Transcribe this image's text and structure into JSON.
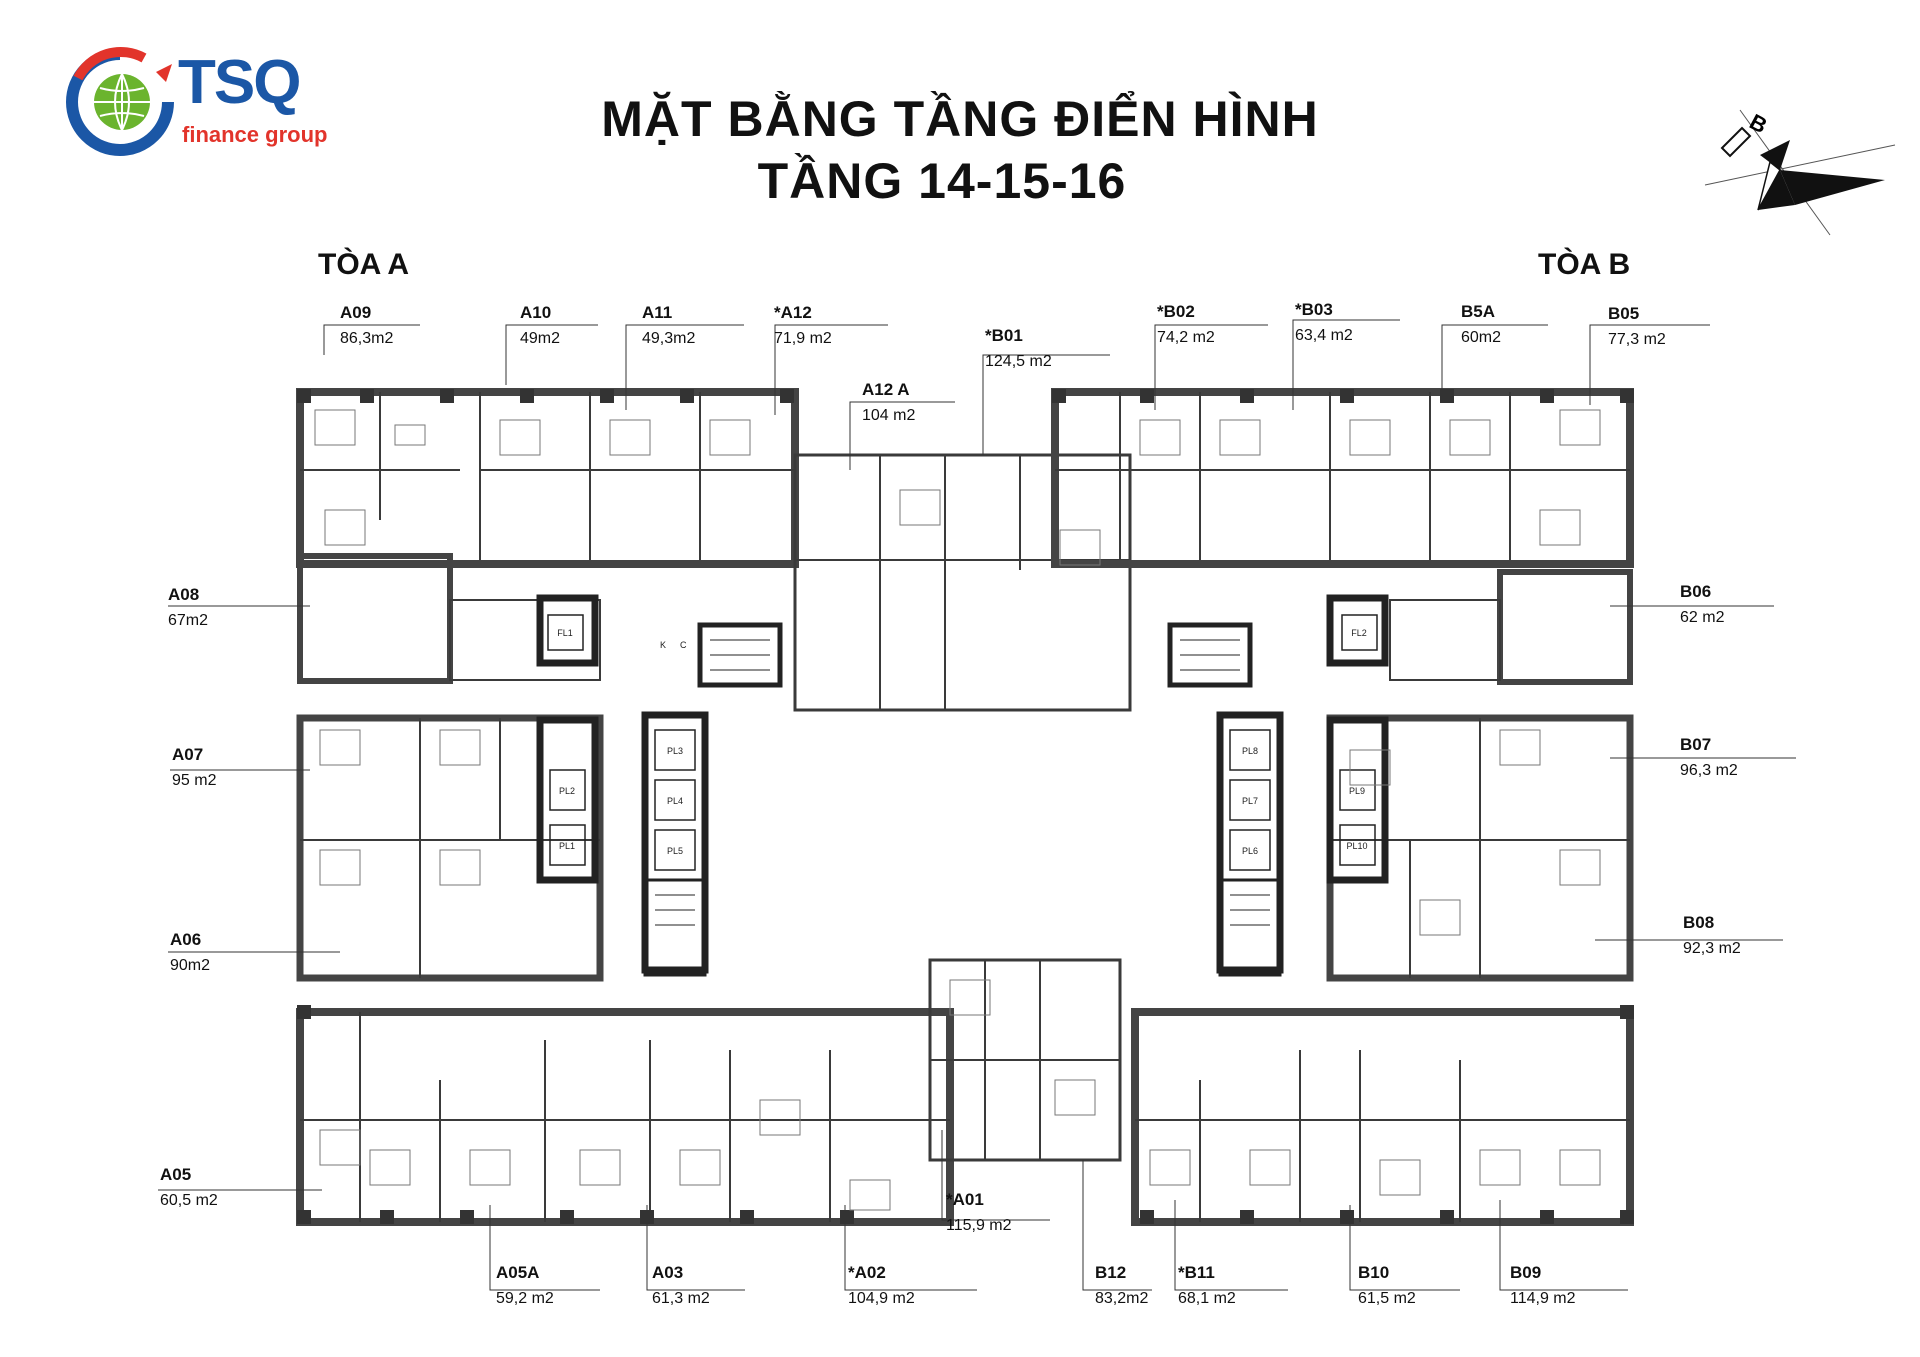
{
  "title_line1": "MẶT BẰNG TẦNG ĐIỂN HÌNH",
  "title_line2": "TẦNG 14-15-16",
  "logo": {
    "brand": "TSQ",
    "tagline": "finance group",
    "colors": {
      "blue": "#1b57a6",
      "red": "#e2342b",
      "green": "#6bb42e"
    }
  },
  "compass_label": "B",
  "towers": {
    "a": "TÒA A",
    "b": "TÒA B"
  },
  "units": {
    "a09": {
      "code": "A09",
      "area": "86,3m2"
    },
    "a10": {
      "code": "A10",
      "area": "49m2"
    },
    "a11": {
      "code": "A11",
      "area": "49,3m2"
    },
    "a12": {
      "code": "*A12",
      "area": "71,9 m2"
    },
    "a12a": {
      "code": "A12 A",
      "area": "104 m2"
    },
    "b01": {
      "code": "*B01",
      "area": "124,5 m2"
    },
    "b02": {
      "code": "*B02",
      "area": "74,2 m2"
    },
    "b03": {
      "code": "*B03",
      "area": "63,4 m2"
    },
    "b5a": {
      "code": "B5A",
      "area": "60m2"
    },
    "b05": {
      "code": "B05",
      "area": "77,3 m2"
    },
    "a08": {
      "code": "A08",
      "area": "67m2"
    },
    "b06": {
      "code": "B06",
      "area": "62 m2"
    },
    "a07": {
      "code": "A07",
      "area": "95 m2"
    },
    "b07": {
      "code": "B07",
      "area": "96,3 m2"
    },
    "a06": {
      "code": "A06",
      "area": "90m2"
    },
    "b08": {
      "code": "B08",
      "area": "92,3 m2"
    },
    "a05": {
      "code": "A05",
      "area": "60,5 m2"
    },
    "a01": {
      "code": "*A01",
      "area": "115,9 m2"
    },
    "a05a": {
      "code": "A05A",
      "area": "59,2 m2"
    },
    "a03": {
      "code": "A03",
      "area": "61,3 m2"
    },
    "a02": {
      "code": "*A02",
      "area": "104,9 m2"
    },
    "b12": {
      "code": "B12",
      "area": "83,2m2"
    },
    "b11": {
      "code": "*B11",
      "area": "68,1 m2"
    },
    "b10": {
      "code": "B10",
      "area": "61,5 m2"
    },
    "b09": {
      "code": "B09",
      "area": "114,9 m2"
    }
  },
  "cores": {
    "fl1": "FL1",
    "fl2": "FL2",
    "pl1": "PL1",
    "pl2": "PL2",
    "pl3": "PL3",
    "pl4": "PL4",
    "pl5": "PL5",
    "pl6": "PL6",
    "pl7": "PL7",
    "pl8": "PL8",
    "pl9": "PL9",
    "pl10": "PL10",
    "k": "K",
    "c": "C"
  }
}
